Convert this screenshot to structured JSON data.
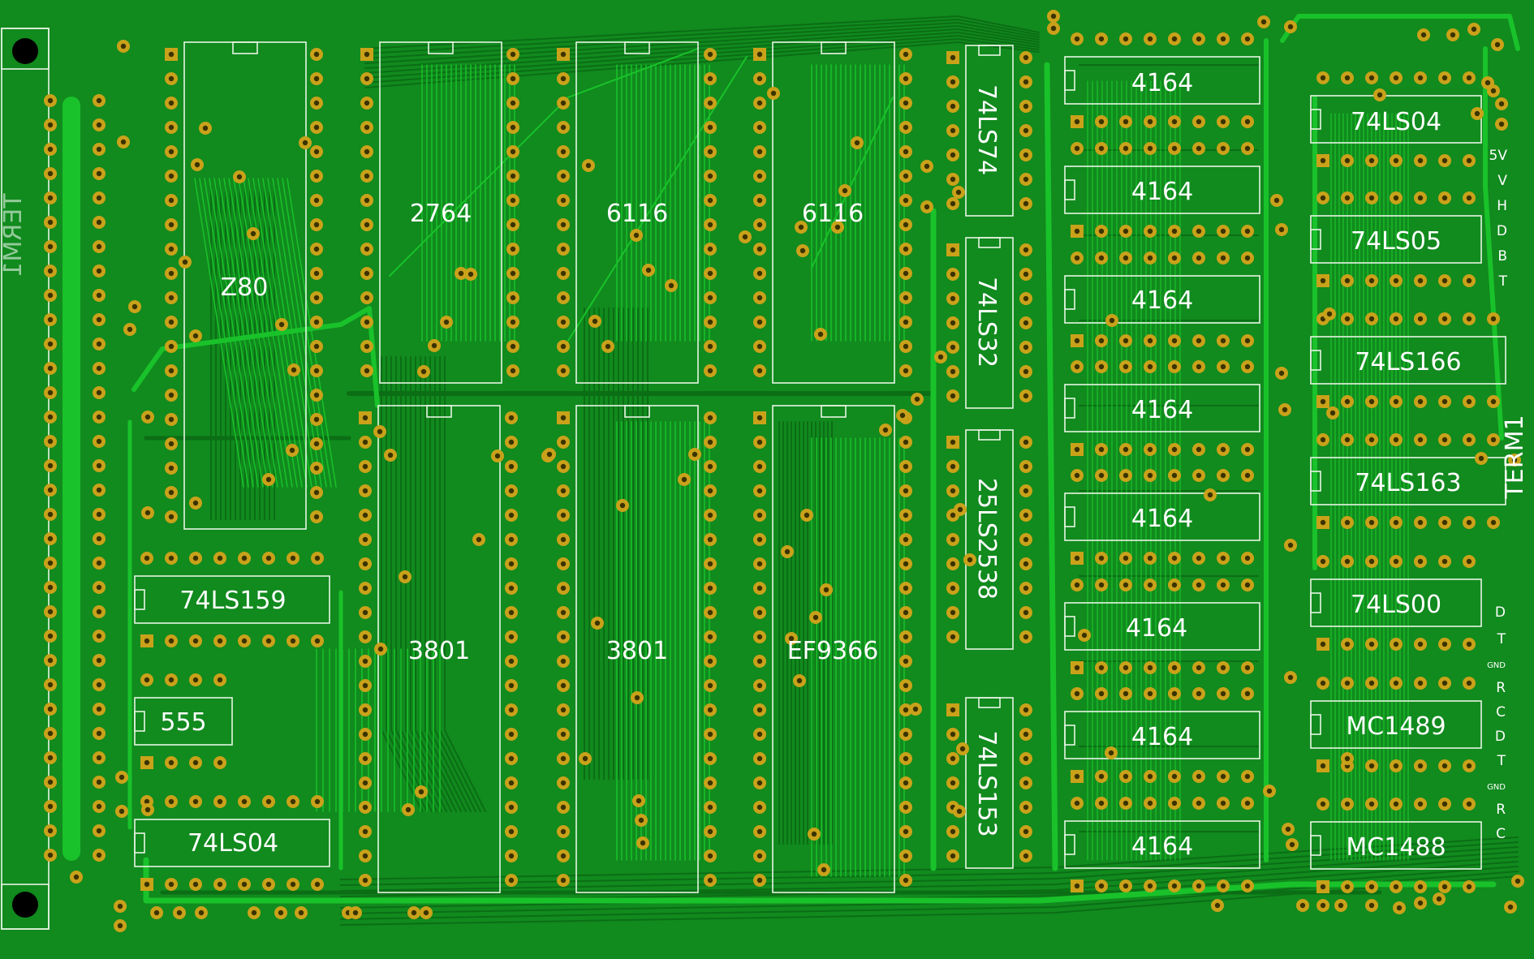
{
  "colors": {
    "board": "#118a1e",
    "trace_dark": "#0b6e15",
    "trace_bright": "#19c22a",
    "pad": "#c9a21a",
    "hole": "#3a3300",
    "silkscreen": "#ffffff"
  },
  "chips": {
    "z80": "Z80",
    "eprom": "2764",
    "ram_a": "6116",
    "ram_b": "6116",
    "pio_a": "3801",
    "pio_b": "3801",
    "video": "EF9366",
    "ls159": "74LS159",
    "timer": "555",
    "ls04_left": "74LS04",
    "ls74": "74LS74",
    "ls32": "74LS32",
    "ls2538": "25LS2538",
    "ls153": "74LS153",
    "dram": [
      "4164",
      "4164",
      "4164",
      "4164",
      "4164",
      "4164",
      "4164",
      "4164"
    ],
    "ls04_right": "74LS04",
    "ls05": "74LS05",
    "ls166": "74LS166",
    "ls163": "74LS163",
    "ls00": "74LS00",
    "mc1489": "MC1489",
    "mc1488": "MC1488"
  },
  "connectors": {
    "term1_left": "TERM1",
    "term1_right": "TERM1",
    "video_pins": [
      "5V",
      "V",
      "H",
      "D",
      "B",
      "T"
    ],
    "serial_pins": [
      "D",
      "T",
      "GND",
      "R",
      "C",
      "D",
      "T",
      "GND",
      "R",
      "C"
    ]
  }
}
